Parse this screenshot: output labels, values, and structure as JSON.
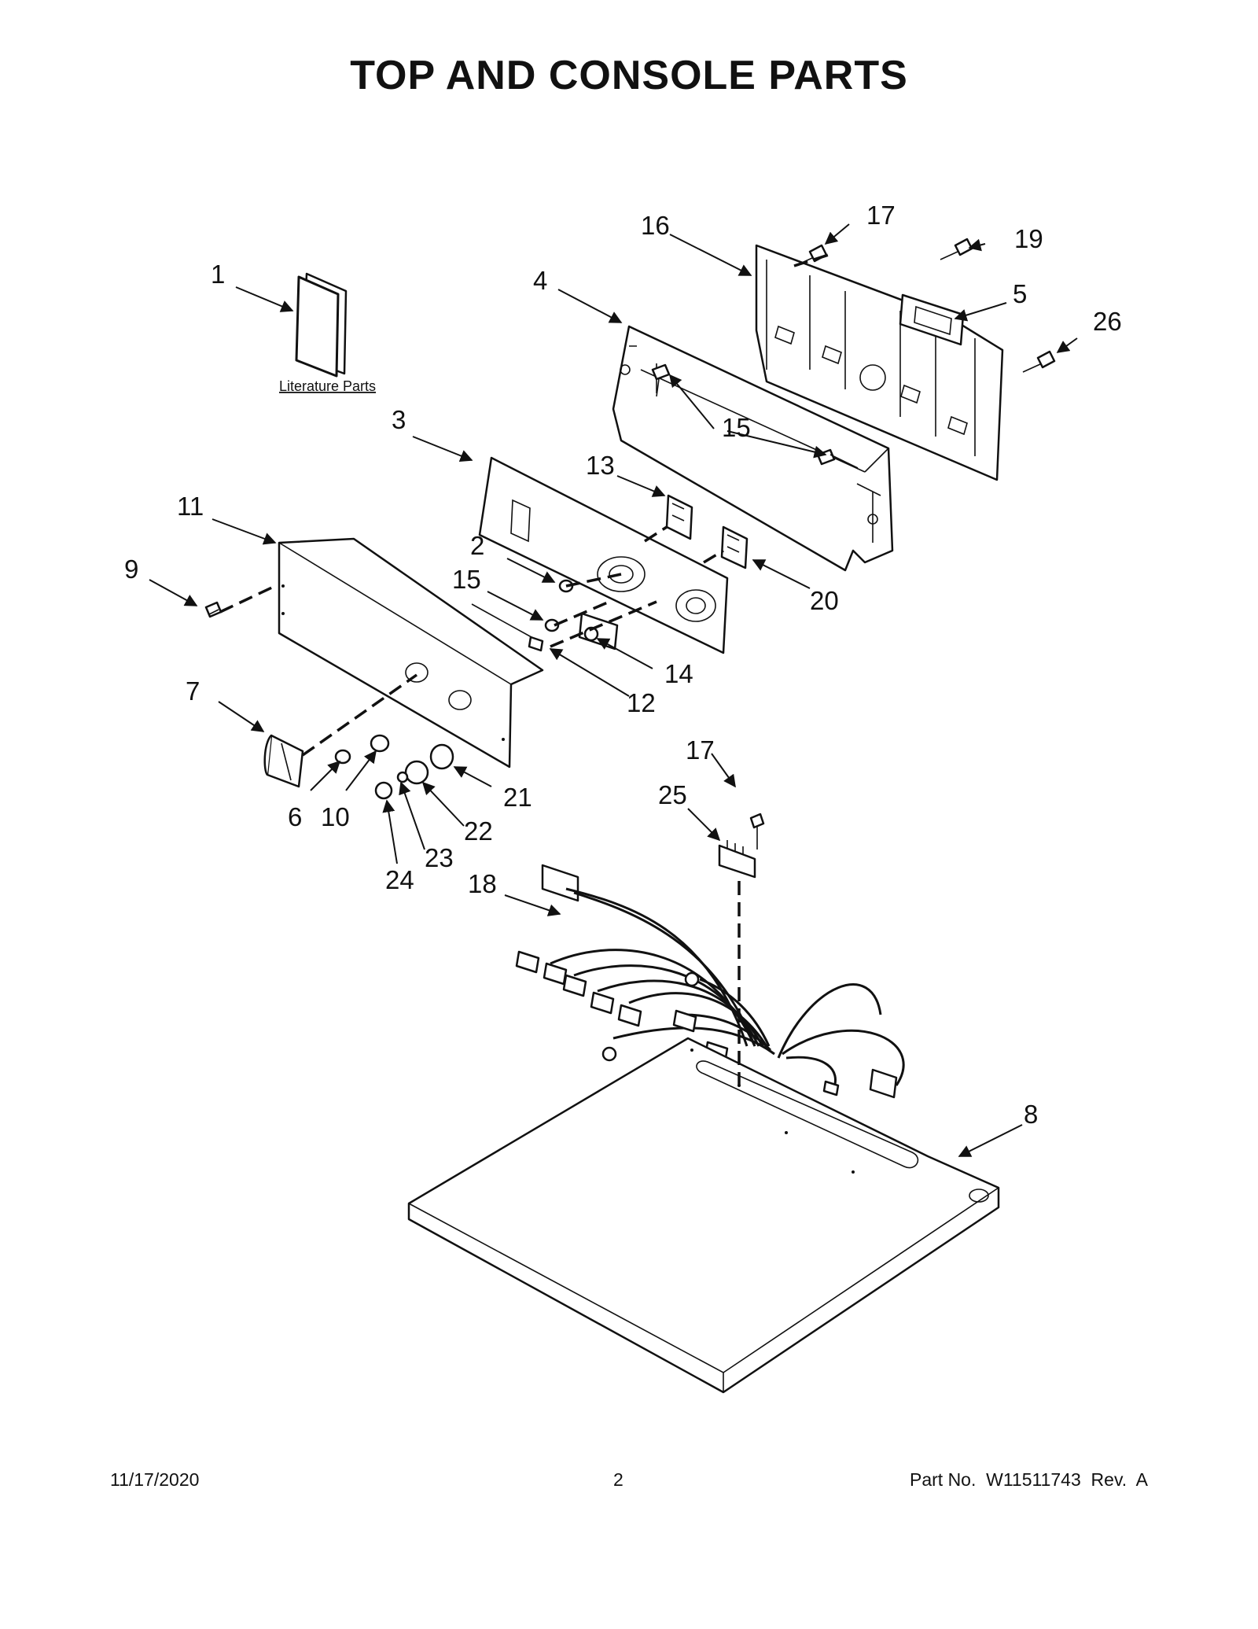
{
  "title": "TOP AND CONSOLE PARTS",
  "literature_label": "Literature Parts",
  "footer": {
    "date": "11/17/2020",
    "page": "2",
    "part_number": "Part No.  W11511743  Rev.  A"
  },
  "callouts": [
    {
      "id": "c1",
      "label": "1"
    },
    {
      "id": "c2",
      "label": "2"
    },
    {
      "id": "c3",
      "label": "3"
    },
    {
      "id": "c4",
      "label": "4"
    },
    {
      "id": "c5",
      "label": "5"
    },
    {
      "id": "c6",
      "label": "6"
    },
    {
      "id": "c7",
      "label": "7"
    },
    {
      "id": "c8",
      "label": "8"
    },
    {
      "id": "c9",
      "label": "9"
    },
    {
      "id": "c10",
      "label": "10"
    },
    {
      "id": "c11",
      "label": "11"
    },
    {
      "id": "c12",
      "label": "12"
    },
    {
      "id": "c13",
      "label": "13"
    },
    {
      "id": "c14",
      "label": "14"
    },
    {
      "id": "c15a",
      "label": "15"
    },
    {
      "id": "c15b",
      "label": "15"
    },
    {
      "id": "c16",
      "label": "16"
    },
    {
      "id": "c17a",
      "label": "17"
    },
    {
      "id": "c17b",
      "label": "17"
    },
    {
      "id": "c18",
      "label": "18"
    },
    {
      "id": "c19",
      "label": "19"
    },
    {
      "id": "c20",
      "label": "20"
    },
    {
      "id": "c21",
      "label": "21"
    },
    {
      "id": "c22",
      "label": "22"
    },
    {
      "id": "c23",
      "label": "23"
    },
    {
      "id": "c24",
      "label": "24"
    },
    {
      "id": "c25",
      "label": "25"
    },
    {
      "id": "c26",
      "label": "26"
    }
  ]
}
